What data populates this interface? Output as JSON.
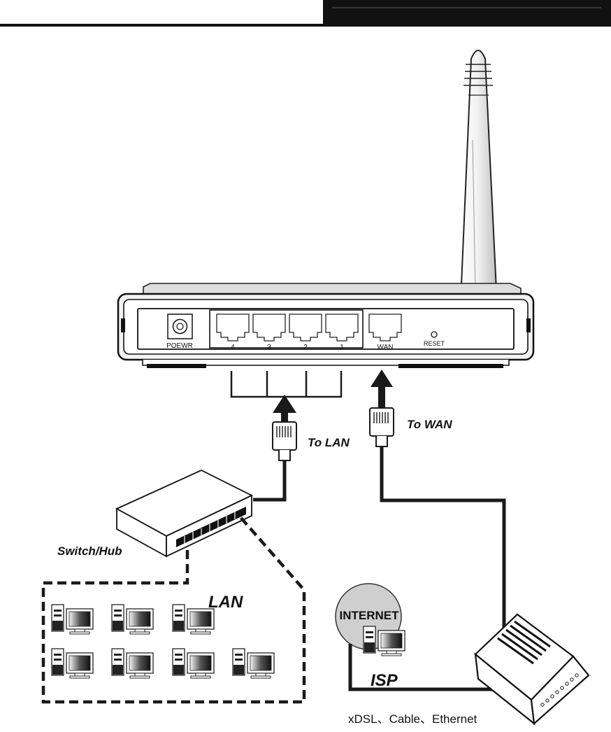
{
  "router": {
    "power_label": "POEWR",
    "port_labels": [
      "4",
      "3",
      "2",
      "1"
    ],
    "wan_label": "WAN",
    "reset_label": "RESET"
  },
  "connections": {
    "to_lan_label": "To LAN",
    "to_wan_label": "To WAN"
  },
  "switch": {
    "label": "Switch/Hub"
  },
  "lan": {
    "label": "LAN",
    "computer_count": 7
  },
  "internet": {
    "cloud_label": "INTERNET",
    "isp_label": "ISP"
  },
  "modem": {
    "caption": "xDSL、Cable、Ethernet"
  },
  "colors": {
    "line": "#1a1a1a",
    "header_bar": "#111111"
  }
}
